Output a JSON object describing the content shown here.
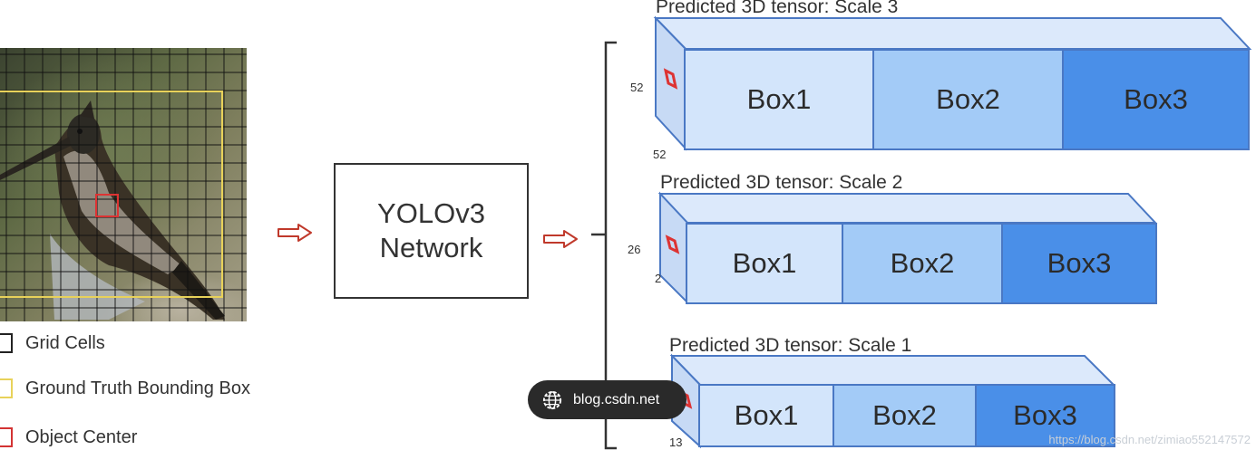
{
  "legend": [
    {
      "label": "Grid Cells",
      "color": "#222222"
    },
    {
      "label": "Ground Truth Bounding Box",
      "color": "#e8d25a"
    },
    {
      "label": "Object Center",
      "color": "#d33333"
    }
  ],
  "network": {
    "line1": "YOLOv3",
    "line2": "Network"
  },
  "tensors": [
    {
      "title": "Predicted 3D tensor: Scale 3",
      "dim_side": "52",
      "dim_bottom": "52",
      "boxes": [
        "Box1",
        "Box2",
        "Box3"
      ]
    },
    {
      "title": "Predicted 3D tensor: Scale 2",
      "dim_side": "26",
      "dim_bottom": "2",
      "boxes": [
        "Box1",
        "Box2",
        "Box3"
      ]
    },
    {
      "title": "Predicted 3D tensor: Scale 1",
      "dim_side": "13",
      "dim_bottom": "13",
      "boxes": [
        "Box1",
        "Box2",
        "Box3"
      ]
    }
  ],
  "colors": {
    "box1": "#d3e5fb",
    "box2": "#a3cbf7",
    "box3": "#4a8fe8",
    "depth": "#c7daf5",
    "arrow": "#c0392b"
  },
  "badge": {
    "text": "blog.csdn.net",
    "icon": "globe-icon"
  },
  "footer": {
    "url": "https://blog.csdn.net/zimiao552147572"
  }
}
